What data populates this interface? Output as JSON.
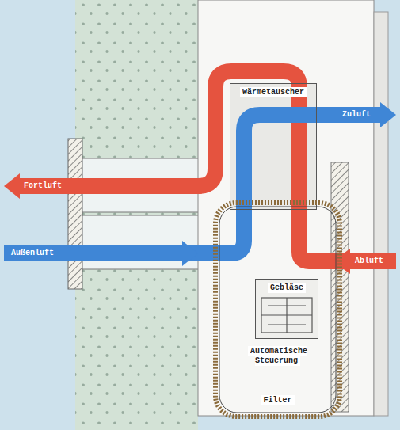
{
  "diagram": {
    "nodes": [
      {
        "text": [
          "Wärmetauscher"
        ]
      },
      {
        "text": [
          "Automatische Steuerung",
          "Filter"
        ]
      },
      {
        "text": [
          "Gebläse"
        ],
        "in": 1
      }
    ],
    "labels": [
      "Zuluft",
      "Fortluft",
      "Außenluft",
      "Abluft"
    ]
  }
}
